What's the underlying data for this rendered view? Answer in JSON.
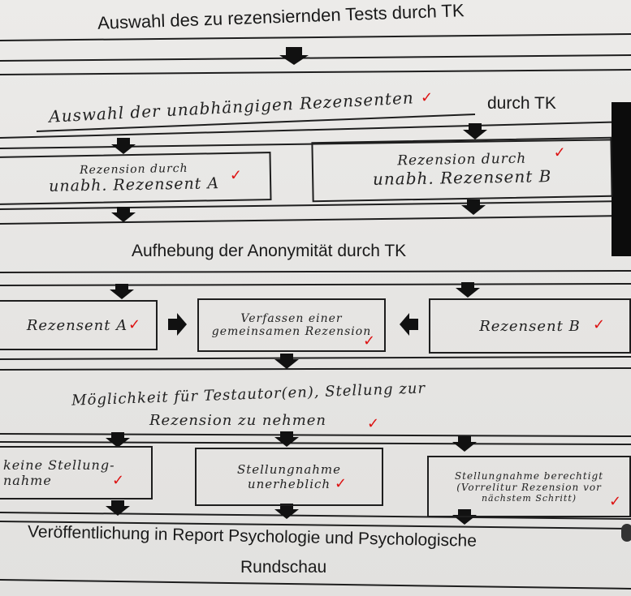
{
  "title": "Auswahl des zu rezensiernden Tests durch TK",
  "step2": {
    "handwritten": "Auswahl der unabhängigen Rezensenten",
    "check": "✓",
    "printed": "durch TK"
  },
  "reviews": {
    "a_line1": "Rezension durch",
    "a_line2": "unabh. Rezensent A",
    "b_line1": "Rezension durch",
    "b_line2": "unabh. Rezensent B",
    "check": "✓"
  },
  "anonymity": "Aufhebung der Anonymität durch TK",
  "merge": {
    "left": "Rezensent A",
    "center_line1": "Verfassen einer",
    "center_line2": "gemeinsamen Rezension",
    "right": "Rezensent B",
    "check": "✓"
  },
  "statement": {
    "line1": "Möglichkeit für Testautor(en), Stellung zur",
    "line2": "Rezension zu nehmen",
    "check": "✓"
  },
  "outcomes": {
    "left_line1": "keine Stellung-",
    "left_line2": "nahme",
    "mid_line1": "Stellungnahme",
    "mid_line2": "unerheblich",
    "right_line1": "Stellungnahme berechtigt",
    "right_line2": "(Vorrelitur Rezension vor",
    "right_line3": "nächstem Schritt)",
    "check": "✓"
  },
  "publication": {
    "line1": "Veröffentlichung in Report Psychologie und Psychologische",
    "line2": "Rundschau"
  },
  "colors": {
    "ink": "#1e1e1e",
    "check": "#d11111",
    "paper": "#e9e8e6"
  }
}
